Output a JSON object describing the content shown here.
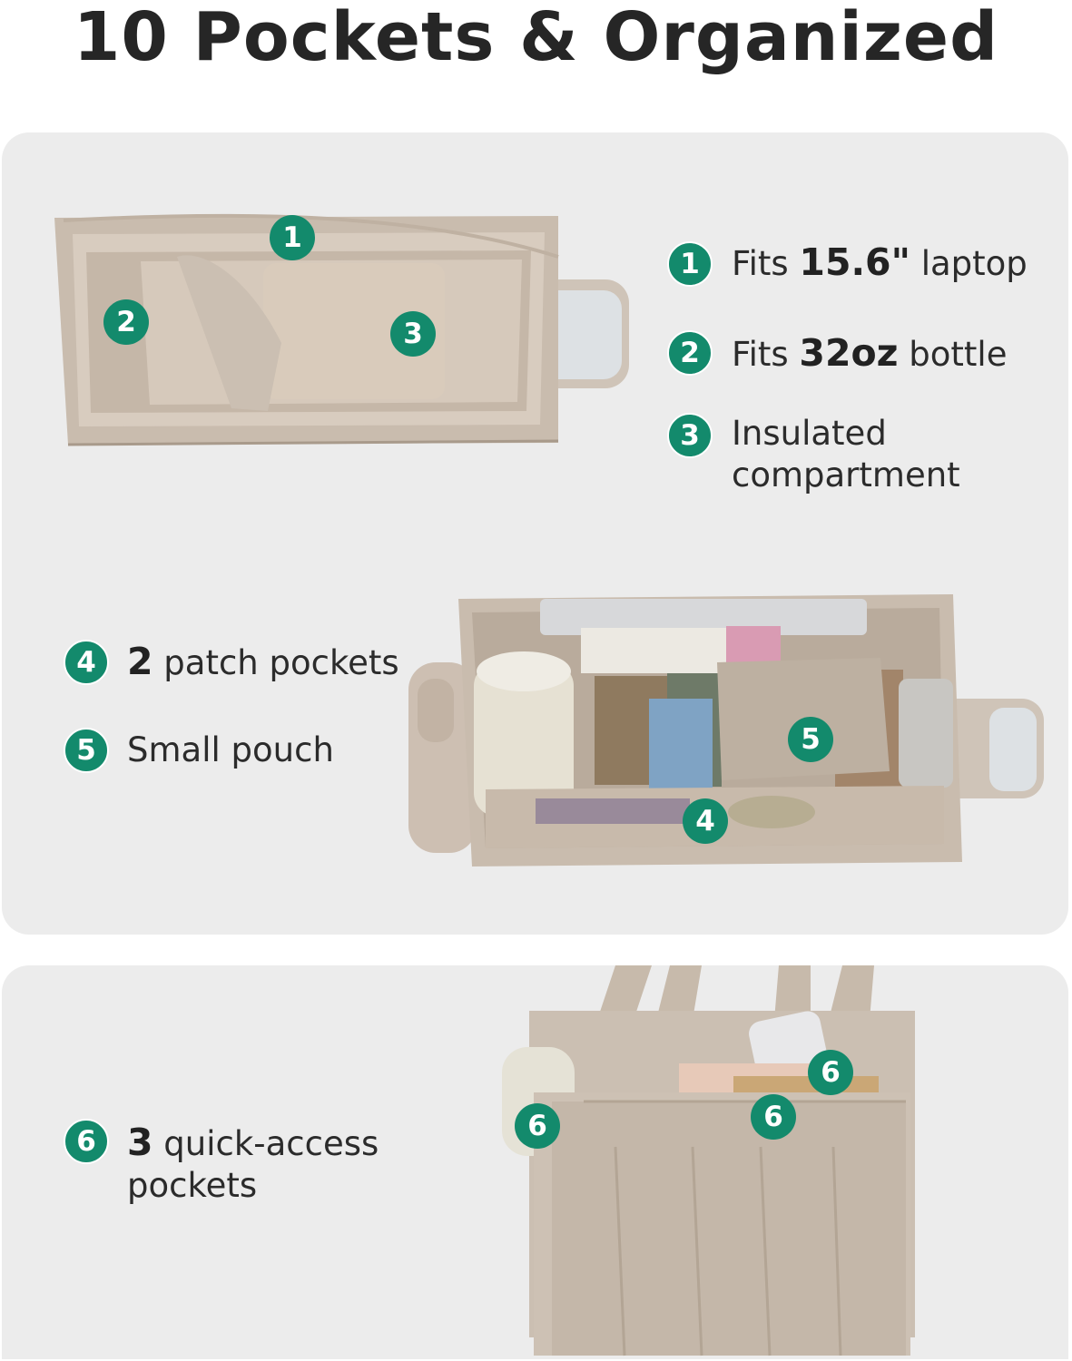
{
  "title": "10 Pockets & Organized",
  "colors": {
    "badge": "#138a6c",
    "panel": "#ececec",
    "bag": "#cbbfb2"
  },
  "features": [
    {
      "num": "1",
      "pre": "Fits ",
      "bold": "15.6\"",
      "post": " laptop"
    },
    {
      "num": "2",
      "pre": "Fits ",
      "bold": "32oz",
      "post": " bottle"
    },
    {
      "num": "3",
      "line1": "Insulated",
      "line2": "compartment"
    },
    {
      "num": "4",
      "bold": "2",
      "post": " patch pockets"
    },
    {
      "num": "5",
      "text": "Small pouch"
    },
    {
      "num": "6",
      "bold": "3",
      "post": " quick-access",
      "line2": "pockets"
    }
  ],
  "photo_badges": {
    "top": [
      "1",
      "2",
      "3"
    ],
    "middle": [
      "5",
      "4"
    ],
    "bottom": [
      "6",
      "6",
      "6"
    ]
  }
}
